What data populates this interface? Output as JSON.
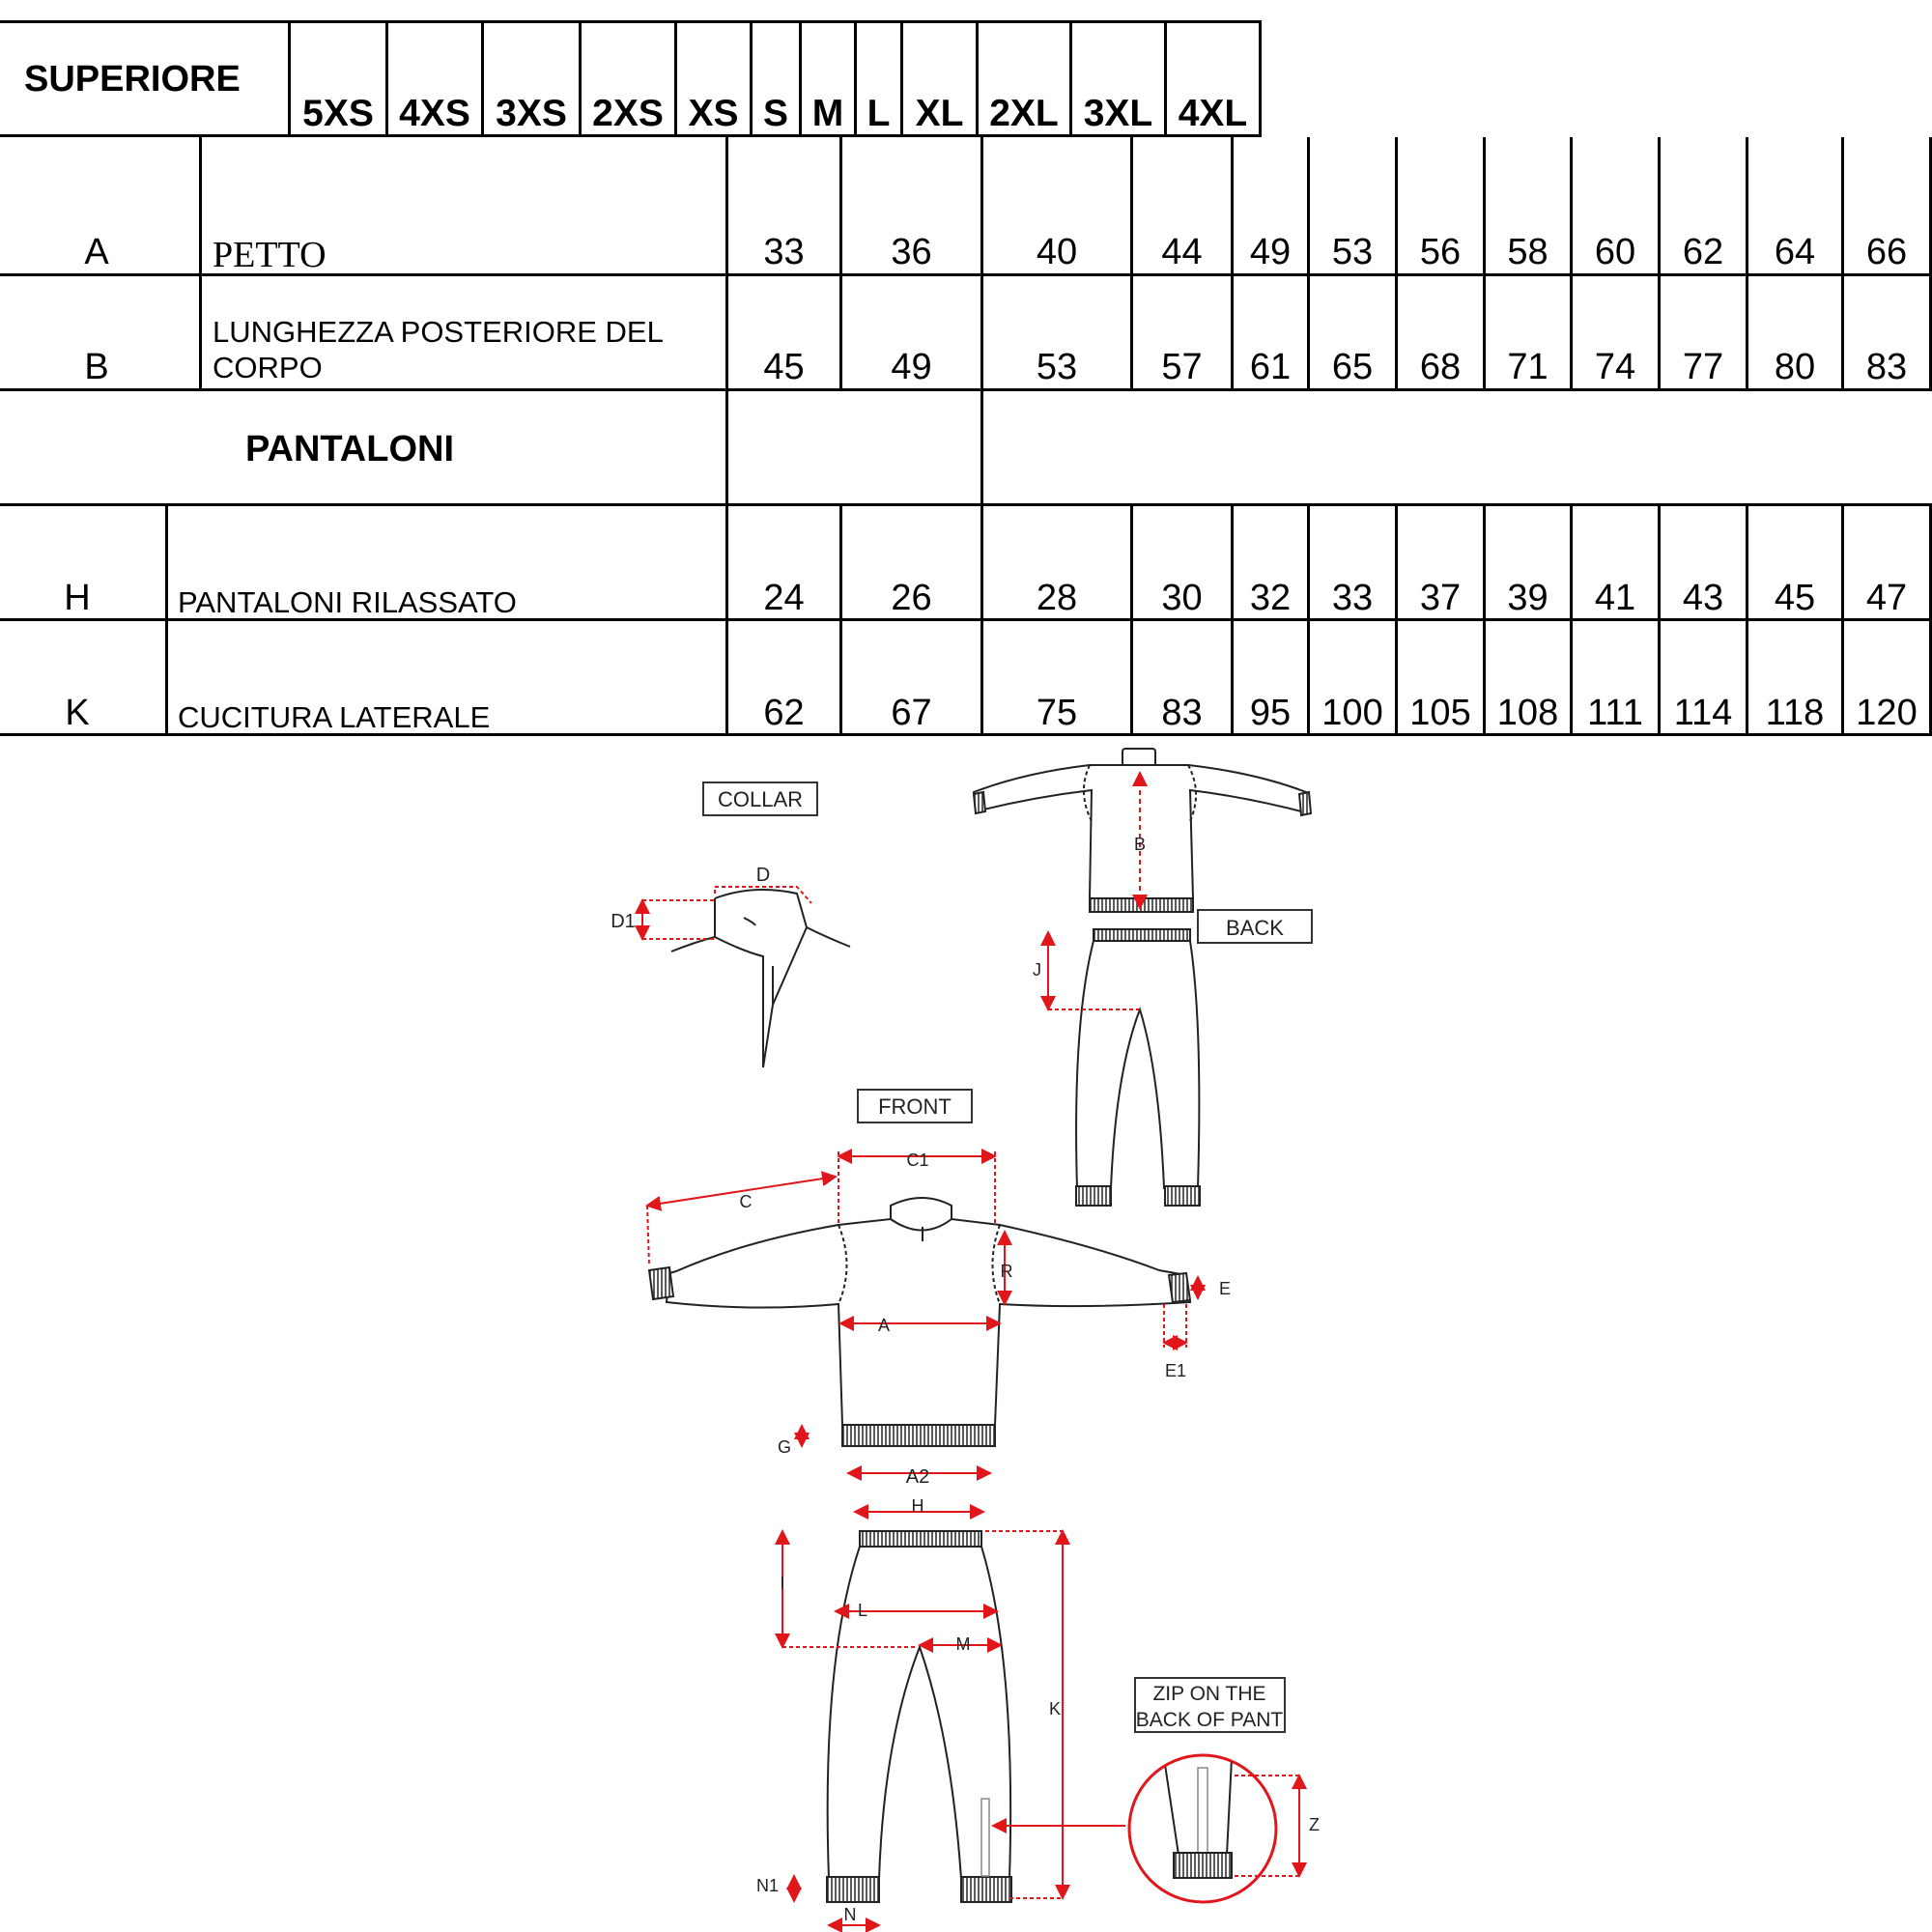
{
  "table": {
    "superiore_title": "SUPERIORE",
    "pantaloni_title": "PANTALONI",
    "sizes": [
      "5XS",
      "4XS",
      "3XS",
      "2XS",
      "XS",
      "S",
      "M",
      "L",
      "XL",
      "2XL",
      "3XL",
      "4XL"
    ],
    "top_rows": [
      {
        "letter": "A",
        "label": "PETTO",
        "values": [
          "33",
          "36",
          "40",
          "44",
          "49",
          "53",
          "56",
          "58",
          "60",
          "62",
          "64",
          "66"
        ]
      },
      {
        "letter": "B",
        "label": "LUNGHEZZA POSTERIORE DEL CORPO",
        "values": [
          "45",
          "49",
          "53",
          "57",
          "61",
          "65",
          "68",
          "71",
          "74",
          "77",
          "80",
          "83"
        ]
      }
    ],
    "pant_rows": [
      {
        "letter": "H",
        "label": "PANTALONI RILASSATO",
        "values": [
          "24",
          "26",
          "28",
          "30",
          "32",
          "33",
          "37",
          "39",
          "41",
          "43",
          "45",
          "47"
        ]
      },
      {
        "letter": "K",
        "label": "CUCITURA LATERALE",
        "values": [
          "62",
          "67",
          "75",
          "83",
          "95",
          "100",
          "105",
          "108",
          "111",
          "114",
          "118",
          "120"
        ]
      }
    ]
  },
  "diagram": {
    "boxes": {
      "collar": "COLLAR",
      "back": "BACK",
      "front": "FRONT",
      "zip_line1": "ZIP ON THE",
      "zip_line2": "BACK OF PANT"
    },
    "labels": {
      "D": "D",
      "D1": "D1",
      "B": "B",
      "J": "J",
      "C": "C",
      "C1": "C1",
      "R": "R",
      "E": "E",
      "E1": "E1",
      "A": "A",
      "G": "G",
      "A2": "A2",
      "H": "H",
      "I": "I",
      "L": "L",
      "M": "M",
      "K": "K",
      "Z": "Z",
      "N1": "N1",
      "N": "N"
    },
    "colors": {
      "measure": "#e0161b",
      "outline": "#111111"
    }
  }
}
